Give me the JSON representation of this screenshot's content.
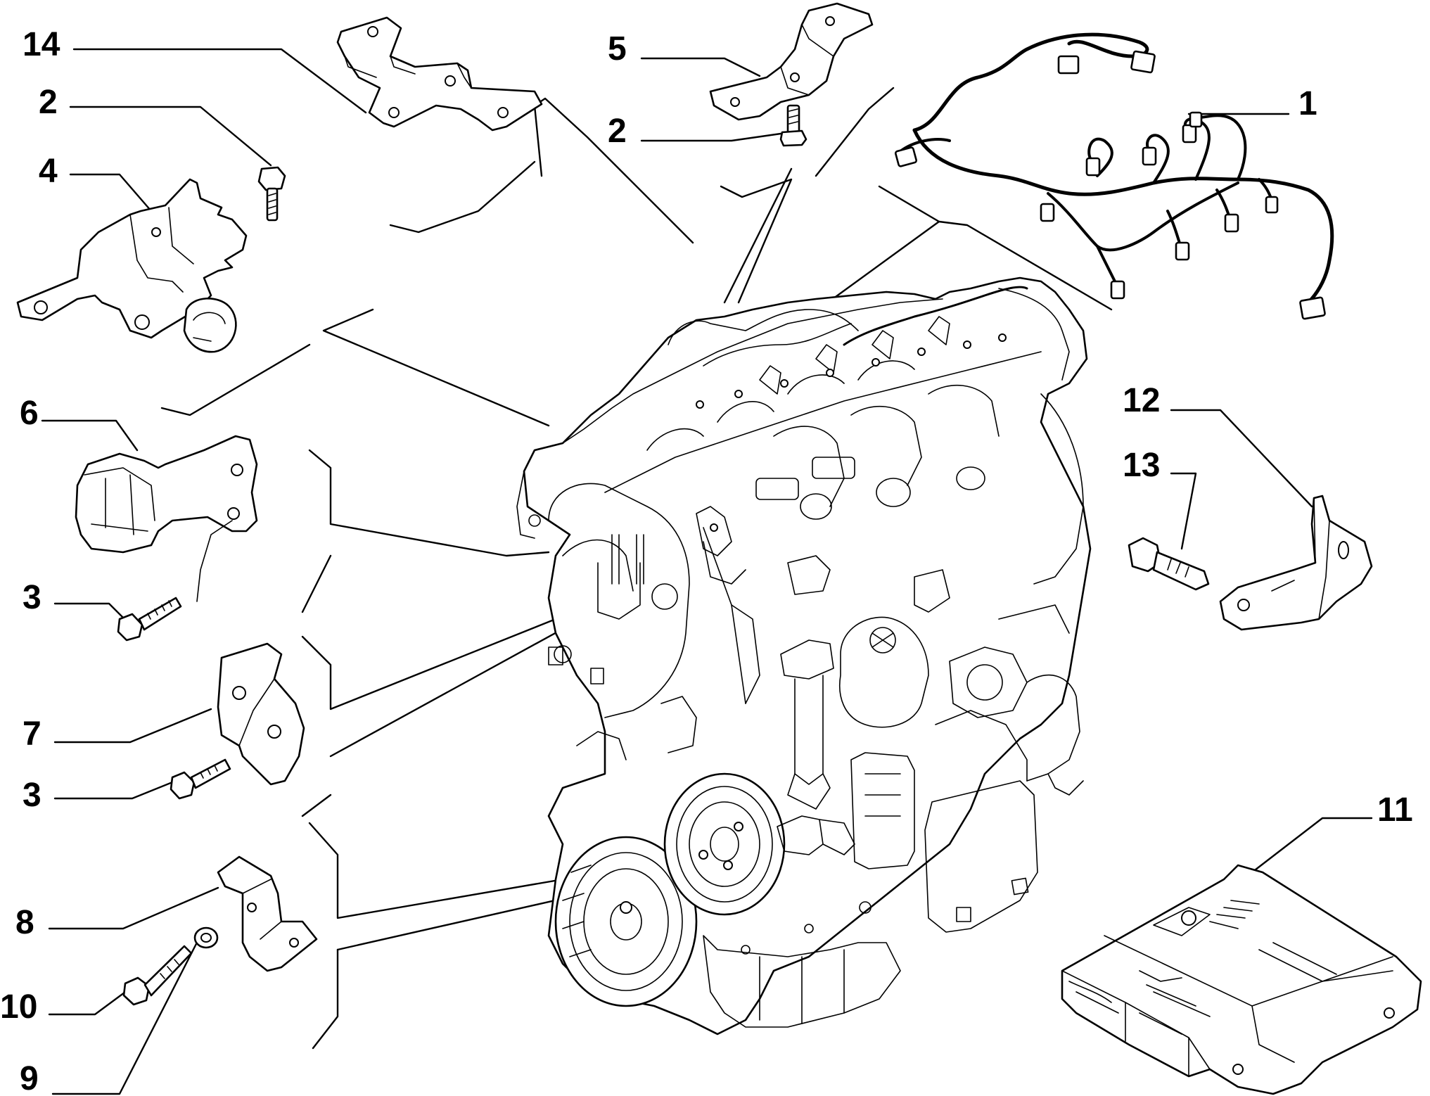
{
  "callouts": {
    "n14": "14",
    "n2a": "2",
    "n4": "4",
    "n6": "6",
    "n3a": "3",
    "n7": "7",
    "n3b": "3",
    "n8": "8",
    "n10": "10",
    "n9": "9",
    "n5": "5",
    "n2b": "2",
    "n1": "1",
    "n12": "12",
    "n13": "13",
    "n11": "11"
  },
  "colors": {
    "ink": "#000000",
    "paper": "#ffffff"
  }
}
